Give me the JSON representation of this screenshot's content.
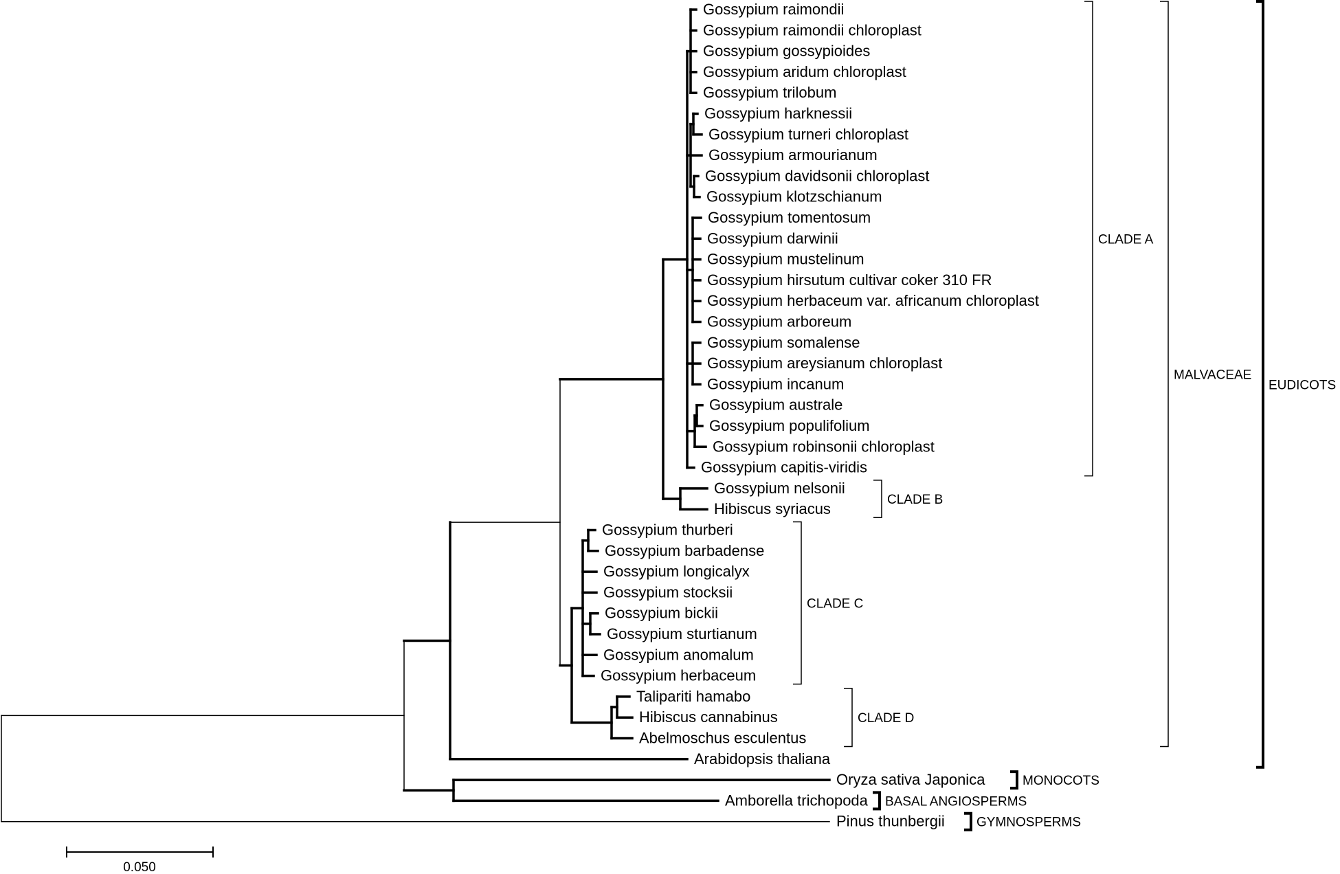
{
  "taxa": [
    "Gossypium raimondii",
    "Gossypium raimondii chloroplast",
    "Gossypium gossypioides",
    "Gossypium aridum chloroplast",
    "Gossypium trilobum",
    "Gossypium harknessii",
    "Gossypium turneri chloroplast",
    "Gossypium armourianum",
    "Gossypium davidsonii chloroplast",
    "Gossypium klotzschianum",
    "Gossypium tomentosum",
    "Gossypium darwinii",
    "Gossypium mustelinum",
    "Gossypium hirsutum cultivar coker 310 FR",
    "Gossypium herbaceum var. africanum chloroplast",
    "Gossypium arboreum",
    "Gossypium somalense",
    "Gossypium areysianum chloroplast",
    "Gossypium incanum",
    "Gossypium australe",
    "Gossypium populifolium",
    "Gossypium robinsonii chloroplast",
    "Gossypium capitis-viridis",
    "Gossypium nelsonii",
    "Hibiscus syriacus",
    "Gossypium thurberi",
    "Gossypium barbadense",
    "Gossypium longicalyx",
    "Gossypium stocksii",
    "Gossypium bickii",
    "Gossypium sturtianum",
    "Gossypium anomalum",
    "Gossypium herbaceum",
    "Talipariti hamabo",
    "Hibiscus cannabinus",
    "Abelmoschus esculentus",
    "Arabidopsis thaliana",
    "Oryza sativa Japonica",
    "Amborella trichopoda",
    "Pinus thunbergii"
  ],
  "groups": [
    {
      "label": "CLADE A",
      "first": 0,
      "last": 22,
      "heavy": false
    },
    {
      "label": "CLADE B",
      "first": 23,
      "last": 24,
      "heavy": false
    },
    {
      "label": "CLADE C",
      "first": 25,
      "last": 32,
      "heavy": false
    },
    {
      "label": "CLADE D",
      "first": 33,
      "last": 35,
      "heavy": false
    },
    {
      "label": "MALVACEAE",
      "first": 0,
      "last": 35,
      "heavy": false
    },
    {
      "label": "EUDICOTS",
      "first": 0,
      "last": 36,
      "heavy": true
    },
    {
      "label": "MONOCOTS",
      "first": 37,
      "last": 37,
      "heavy": true
    },
    {
      "label": "BASAL ANGIOSPERMS",
      "first": 38,
      "last": 38,
      "heavy": true
    },
    {
      "label": "GYMNOSPERMS",
      "first": 39,
      "last": 39,
      "heavy": true
    }
  ],
  "scale_bar": {
    "label": "0.050",
    "length": 0.05
  }
}
